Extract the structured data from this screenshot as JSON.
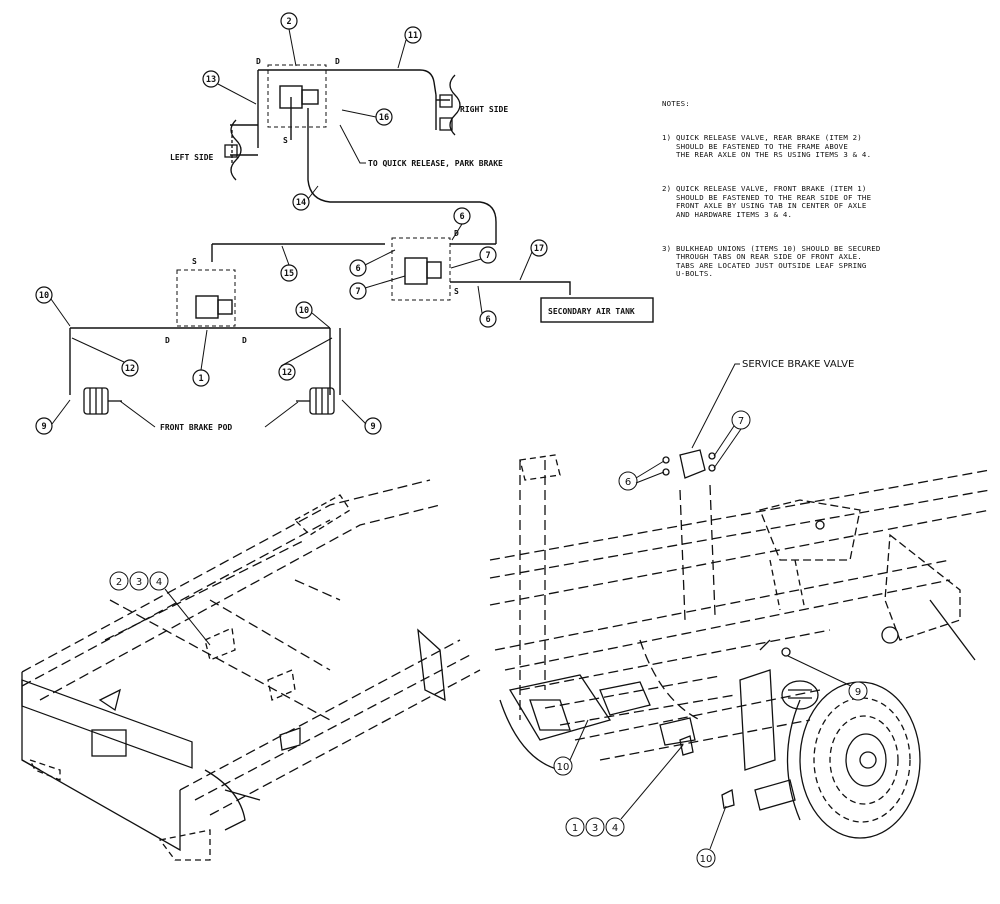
{
  "schematic": {
    "side_labels": {
      "left": "LEFT SIDE",
      "right": "RIGHT SIDE"
    },
    "leader_labels": {
      "quick_release": "TO QUICK RELEASE, PARK BRAKE",
      "front_brake_pod": "FRONT BRAKE POD",
      "secondary_air_tank": "SECONDARY AIR TANK"
    },
    "port_letters": {
      "delivery": "D",
      "supply": "S"
    },
    "callouts": [
      "1",
      "2",
      "6",
      "6",
      "6",
      "7",
      "7",
      "9",
      "9",
      "10",
      "10",
      "11",
      "12",
      "12",
      "13",
      "14",
      "15",
      "16",
      "17"
    ]
  },
  "notes": {
    "heading": "NOTES:",
    "items": [
      "1) QUICK RELEASE VALVE, REAR BRAKE (ITEM 2)\n   SHOULD BE FASTENED TO THE FRAME ABOVE\n   THE REAR AXLE ON THE RS USING ITEMS 3 & 4.",
      "2) QUICK RELEASE VALVE, FRONT BRAKE (ITEM 1)\n   SHOULD BE FASTENED TO THE REAR SIDE OF THE\n   FRONT AXLE BY USING TAB IN CENTER OF AXLE\n   AND HARDWARE ITEMS 3 & 4.",
      "3) BULKHEAD UNIONS (ITEMS 10) SHOULD BE SECURED\n   THROUGH TABS ON REAR SIDE OF FRONT AXLE.\n   TABS ARE LOCATED JUST OUTSIDE LEAF SPRING\n   U-BOLTS."
    ]
  },
  "assembly": {
    "service_brake_valve": "SERVICE BRAKE VALVE",
    "callouts": {
      "rear": [
        "2",
        "3",
        "4"
      ],
      "front": [
        "1",
        "3",
        "4"
      ],
      "valve_fittings": [
        "6",
        "7"
      ],
      "pod": "9",
      "union_a": "10",
      "union_b": "10"
    }
  }
}
